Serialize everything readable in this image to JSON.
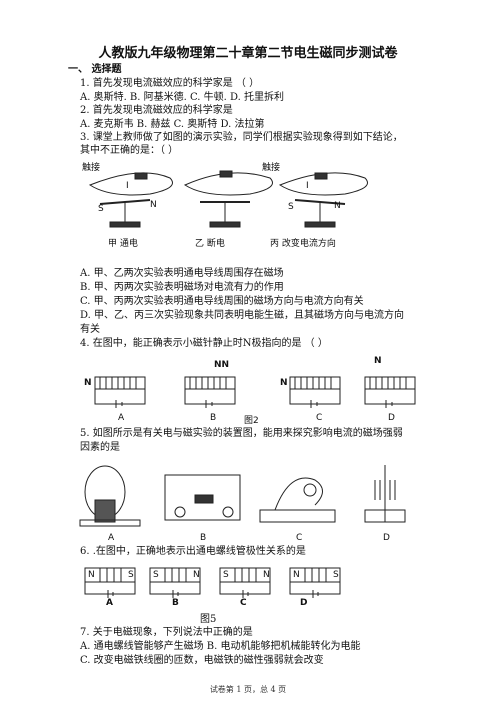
{
  "title": "人教版九年级物理第二十章第二节电生磁同步测试卷",
  "section": "一、 选择题",
  "q1": {
    "stem": "1. 首先发现电流磁效应的科学家是         （     ）",
    "options": "A. 奥斯特.  B. 阿基米德.  C. 牛顿.  D. 托里拆利"
  },
  "q2": {
    "stem": "2. 首先发现电流磁效应的科学家是",
    "options": "A. 麦克斯韦 B. 赫兹 C. 奥斯特 D. 法拉第"
  },
  "q3": {
    "stem_line1": "3. 课堂上教师做了如图的演示实验，同学们根据实验现象得到如下结论，",
    "stem_line2": "其中不正确的是：（      ）",
    "fig_labels": [
      "甲   通电",
      "乙   断电",
      "丙   改变电流方向"
    ],
    "fig_words": [
      "触接",
      "触接",
      "S",
      "N",
      "S",
      "N",
      "I",
      "I"
    ],
    "opt_a": "A. 甲、乙两次实验表明通电导线周围存在磁场",
    "opt_b": "B. 甲、丙两次实验表明磁场对电流有力的作用",
    "opt_c": "C. 甲、丙两次实验表明通电导线周围的磁场方向与电流方向有关",
    "opt_d_line1": "D. 甲、乙、丙三次实验现象共同表明电能生磁，且其磁场方向与电流方向",
    "opt_d_line2": "有关"
  },
  "q4": {
    "stem": "4. 在图中，能正确表示小磁针静止时N极指向的是      （     ）",
    "fig_caption": "图2",
    "letters": [
      "A",
      "B",
      "C",
      "D"
    ],
    "n_labels": [
      "N",
      "NN",
      "N",
      "N"
    ]
  },
  "q5": {
    "stem_line1": "5. 如图所示是有关电与磁实验的装置图，能用来探究影响电流的磁场强弱",
    "stem_line2": "因素的是",
    "letters": [
      "A",
      "B",
      "C",
      "D"
    ]
  },
  "q6": {
    "stem": "6. .在图中，正确地表示出通电螺线管极性关系的是",
    "fig_caption": "图5",
    "letters": [
      "A",
      "B",
      "C",
      "D"
    ],
    "pole_pairs": [
      [
        "N",
        "S"
      ],
      [
        "S",
        "N"
      ],
      [
        "S",
        "N"
      ],
      [
        "N",
        "S"
      ]
    ]
  },
  "q7": {
    "stem": "7. 关于电磁现象，下列说法中正确的是",
    "opt_ab": "A. 通电螺线管能够产生磁场 B. 电动机能够把机械能转化为电能",
    "opt_c": "C. 改变电磁铁线圈的匝数，电磁铁的磁性强弱就会改变"
  },
  "footer": "试卷第 1 页，总 4 页"
}
